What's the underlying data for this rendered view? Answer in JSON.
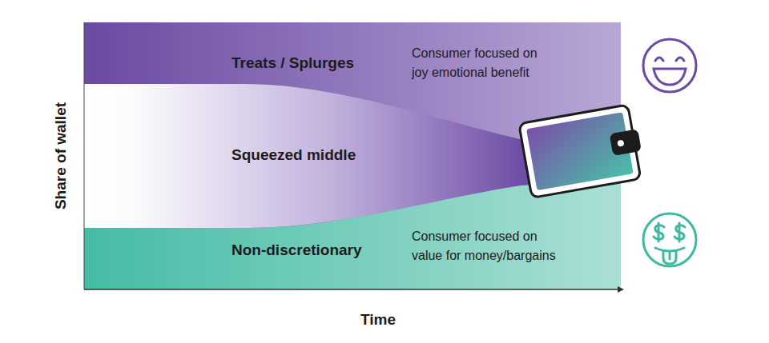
{
  "diagram": {
    "nodes": [
      {
        "text": [
          "Treats / Splurges",
          "Consumer focused on joy emotional benefit"
        ]
      },
      {
        "text": [
          "Squeezed middle"
        ]
      },
      {
        "text": [
          "Non-discretionary",
          "Consumer focused on value for money/bargains"
        ]
      }
    ],
    "labels": [
      "Share of wallet",
      "Time"
    ]
  }
}
